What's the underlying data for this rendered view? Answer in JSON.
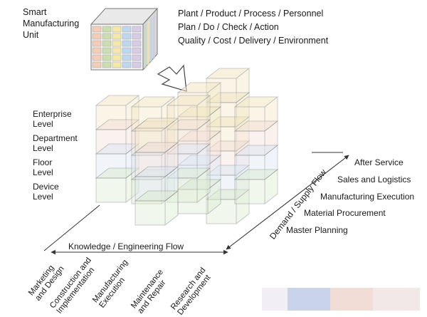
{
  "unit": {
    "title_lines": [
      "Smart",
      "Manufacturing",
      "Unit"
    ]
  },
  "dimensions": [
    "Plant / Product / Process / Personnel",
    "Plan / Do / Check / Action",
    "Quality / Cost / Delivery / Environment"
  ],
  "levels": [
    {
      "lines": [
        "Enterprise",
        "Level"
      ],
      "color": "#f1e6c4"
    },
    {
      "lines": [
        "Department",
        "Level"
      ],
      "color": "#f3e0d8"
    },
    {
      "lines": [
        "Floor",
        "Level"
      ],
      "color": "#dde6f3"
    },
    {
      "lines": [
        "Device",
        "Level"
      ],
      "color": "#dcebd1"
    }
  ],
  "knowledge_flow": "Knowledge / Engineering Flow",
  "lifecycle": [
    [
      "Marketing",
      "and Design"
    ],
    [
      "Construction and",
      "Implementation"
    ],
    [
      "Manufacturing",
      "Execution"
    ],
    [
      "Maintenance",
      "and Repair"
    ],
    [
      "Research and",
      "Development"
    ]
  ],
  "supply_flow": "Demand / Supply Flow",
  "supply_chain": [
    "After Service",
    "Sales and Logistics",
    "Manufacturing Execution",
    "Material Procurement",
    "Master Planning"
  ],
  "colors": {
    "line": "#555555",
    "cube_edge": "#8a8a8a",
    "small_cube": [
      "#f3c9b0",
      "#c6dca8",
      "#f6e6a0",
      "#b8d4ec",
      "#d5c7e6"
    ]
  }
}
